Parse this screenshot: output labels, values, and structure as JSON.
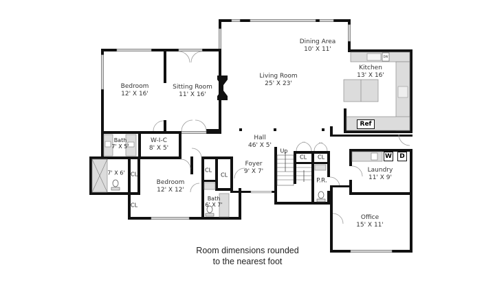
{
  "rooms": [
    {
      "id": "bedroom-1",
      "name": "Bedroom",
      "dims": "12' X 16'"
    },
    {
      "id": "sitting-room",
      "name": "Sitting Room",
      "dims": "11' X 16'"
    },
    {
      "id": "living-room",
      "name": "Living Room",
      "dims": "25' X 23'"
    },
    {
      "id": "dining-area",
      "name": "Dining Area",
      "dims": "10' X 11'"
    },
    {
      "id": "kitchen",
      "name": "Kitchen",
      "dims": "13' X 16'"
    },
    {
      "id": "hall",
      "name": "Hall",
      "dims": "46' X 5'"
    },
    {
      "id": "bath-1",
      "name": "Bath",
      "dims": "7' X 5'"
    },
    {
      "id": "wic",
      "name": "W-I-C",
      "dims": "8' X 5'"
    },
    {
      "id": "bath-shower",
      "name": "",
      "dims": "7' X 6'"
    },
    {
      "id": "bedroom-2",
      "name": "Bedroom",
      "dims": "12' X 12'"
    },
    {
      "id": "bath-2",
      "name": "Bath",
      "dims": "6' X 7'"
    },
    {
      "id": "foyer",
      "name": "Foyer",
      "dims": "9' X 7'"
    },
    {
      "id": "powder-room",
      "name": "P.R.",
      "dims": ""
    },
    {
      "id": "laundry",
      "name": "Laundry",
      "dims": "11' X 9'"
    },
    {
      "id": "office",
      "name": "Office",
      "dims": "15' X 11'"
    }
  ],
  "closets": [
    "CL",
    "CL",
    "CL",
    "CL",
    "CL",
    "CL"
  ],
  "stairs_label": "Up",
  "appliances": {
    "refrigerator": "Ref",
    "washer": "W",
    "dryer": "D",
    "dishwasher": "DW"
  },
  "note": {
    "line1": "Room dimensions rounded",
    "line2": "to the nearest foot"
  }
}
